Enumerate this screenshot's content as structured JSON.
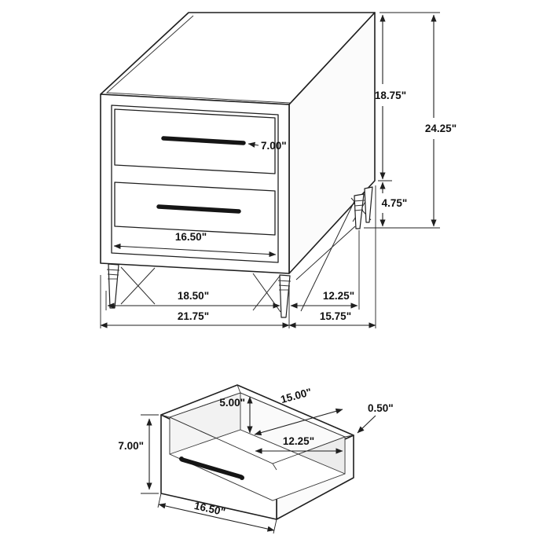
{
  "page": {
    "background": "#ffffff"
  },
  "drawing": {
    "stroke_color": "#1f1f1f",
    "handle_color": "#151515",
    "nightstand": {
      "dims": {
        "drawer_front_height": "7.00\"",
        "case_height": "18.75\"",
        "overall_height": "24.25\"",
        "leg_height": "4.75\"",
        "drawer_width": "16.50\"",
        "front_leg_spacing": "18.50\"",
        "depth_leg_spacing": "12.25\"",
        "overall_width": "21.75\"",
        "overall_depth": "15.75\""
      }
    },
    "drawer": {
      "dims": {
        "front_height": "7.00\"",
        "interior_width": "15.00\"",
        "interior_height": "5.00\"",
        "wall_thickness": "0.50\"",
        "interior_depth": "12.25\"",
        "front_width": "16.50\""
      }
    }
  }
}
